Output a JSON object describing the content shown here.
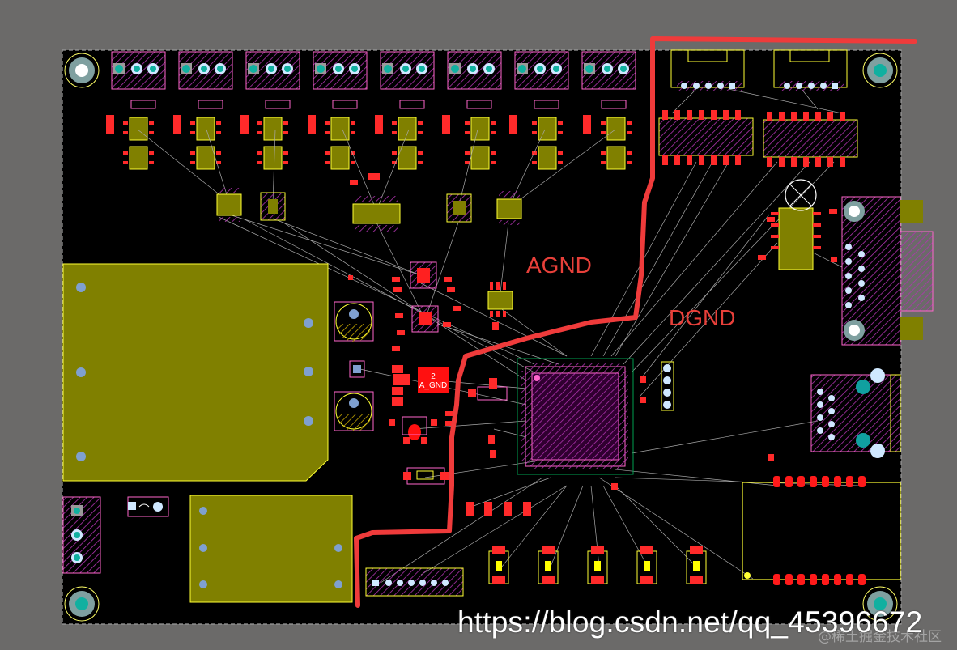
{
  "annotations": {
    "agnd": "AGND",
    "dgnd": "DGND"
  },
  "net_label": {
    "pin": "2",
    "net": "A_GND"
  },
  "watermark": {
    "url": "https://blog.csdn.net/qq_45396672",
    "credit": "@稀土掘金技术社区"
  },
  "colors": {
    "background": "#6b6a69",
    "board": "#000000",
    "copper_pour": "#808000",
    "pad": "#ff1f1f",
    "silkscreen": "#ff66cc",
    "outline": "#ffff33",
    "split_line": "#ef3b3b",
    "ratsnest": "#b0b0b0",
    "hole": "#20a0a0"
  }
}
